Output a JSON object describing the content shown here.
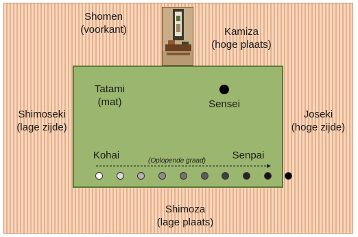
{
  "labels": {
    "shomen_1": "Shomen",
    "shomen_2": "(voorkant)",
    "kamiza_1": "Kamiza",
    "kamiza_2": "(hoge plaats)",
    "tatami_1": "Tatami",
    "tatami_2": "(mat)",
    "sensei": "Sensei",
    "shimoseki_1": "Shimoseki",
    "shimoseki_2": "(lage zijde)",
    "joseki_1": "Joseki",
    "joseki_2": "(hoge zijde)",
    "kohai": "Kohai",
    "senpai": "Senpai",
    "grade_note": "(Oplopende graad)",
    "shimoza_1": "Shimoza",
    "shimoza_2": "(lage plaats)"
  },
  "colors": {
    "floor": "#f2c9a8",
    "tatami": "#9bb66f",
    "sensei_marker": "#000000"
  },
  "rank_dots": [
    "#ffffff",
    "#d9d9d9",
    "#b3b3b3",
    "#8c8c8c",
    "#737373",
    "#5c5c5c",
    "#404040",
    "#262626",
    "#141414",
    "#000000"
  ]
}
